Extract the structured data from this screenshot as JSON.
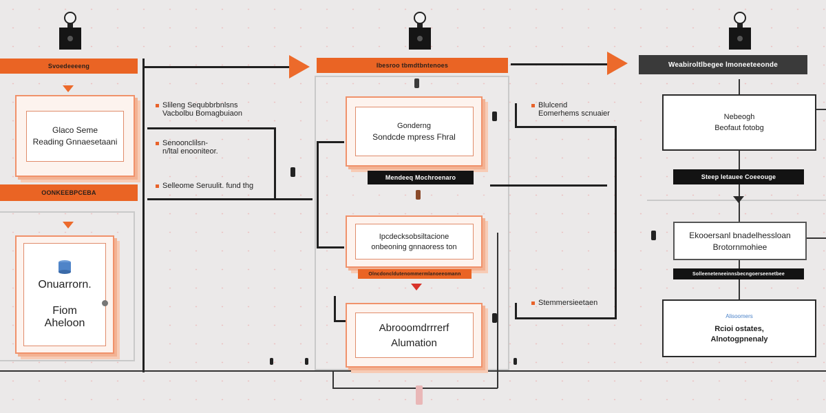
{
  "left": {
    "banner_top": "Svoedeeeeng",
    "card1_line1": "Glaco Seme",
    "card1_line2": "Reading Gnnaesetaani",
    "banner_mid": "OONKEEBPCEBA",
    "card2_line1": "Onuarrorn.",
    "card2_line2": "Fiom",
    "card2_line3": "Aheloon",
    "note1_line1": "Slileng Sequbbrbnlsns",
    "note1_line2": "Vacbolbu Bomagbuiaon",
    "note2_line1": "Senoonclilsn-",
    "note2_line2": "n/ltal enooniteor.",
    "note3": "Selleome Seruulit. fund thg"
  },
  "center": {
    "banner_top": "Ibesroo tbmdtbntenoes",
    "card1_line1": "Gonderng",
    "card1_line2": "Sondcde mpress Fhral",
    "black_bar": "Mendeeq Mochroenaro",
    "card2_line1": "Ipcdecksobsiltacione",
    "card2_line2": "onbeoning gnnaoress ton",
    "orange_bar": "Olncdoncldutenommermlanoeeomann",
    "card3_line1": "Abrooomdrrrerf",
    "card3_line2": "Alumation",
    "note_side_line1": "Blulcend",
    "note_side_line2": "Eomerhems scnuaier",
    "note_bottom": "Stemmersieetaen"
  },
  "right": {
    "banner_top": "Weabiroltlbegee lmoneeteeonde",
    "card1_line1": "Nebeogh",
    "card1_line2": "Beofaut fotobg",
    "bar1": "Steep Ietauee Coeeouge",
    "card2_line1": "Ekooersanl bnadelhessloan",
    "card2_line2": "Brotornmohiee",
    "bar2": "Solleeneteneeinnsbecngoerseenetbee",
    "card3_sub": "Alisoomers",
    "card3_line1": "Rcioi ostates,",
    "card3_line2": "Alnotogpnenaly"
  },
  "colors": {
    "accent": "#ea6424",
    "card_border": "#f0916a",
    "dark": "#1f1f1f",
    "background": "#ebe9e9"
  },
  "icons": [
    "lightbulb-pin-icon",
    "arrow-right-icon",
    "arrow-down-icon",
    "database-icon"
  ]
}
